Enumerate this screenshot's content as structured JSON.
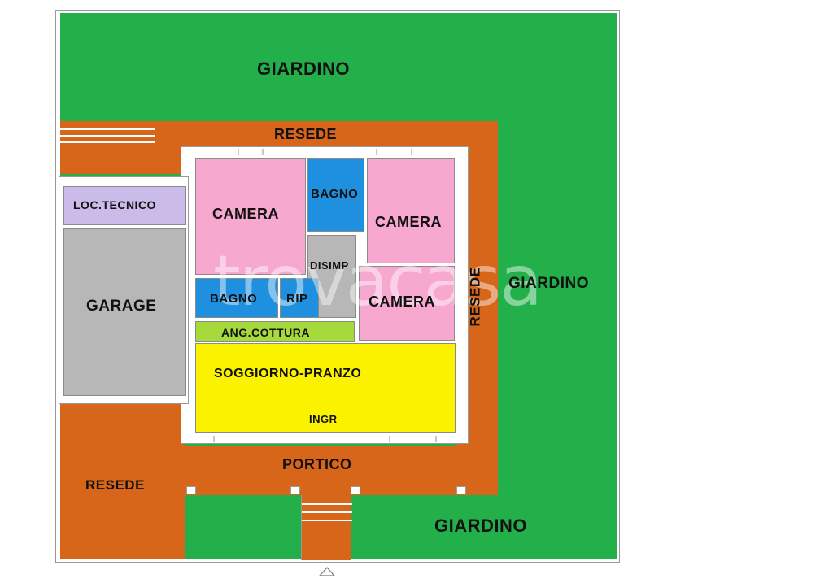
{
  "colors": {
    "garden": "#23b04a",
    "resede": "#d7651a",
    "camera": "#f7a8cf",
    "bagno": "#1f90df",
    "service": "#b7b7b7",
    "kitchen": "#a6d93b",
    "living": "#fbf200",
    "technical": "#cbbbe9",
    "wall": "#ffffff"
  },
  "labels": {
    "garden_top": "GIARDINO",
    "garden_right": "GIARDINO",
    "garden_bottom": "GIARDINO",
    "resede_top": "RESEDE",
    "resede_right": "RESEDE",
    "resede_left": "RESEDE",
    "portico": "PORTICO",
    "loc_tecnico": "LOC.TECNICO",
    "garage": "GARAGE",
    "camera_1": "CAMERA",
    "bagno_1": "BAGNO",
    "camera_2": "CAMERA",
    "disimp": "DISIMP",
    "bagno_2": "BAGNO",
    "rip": "RIP",
    "camera_3": "CAMERA",
    "ang_cottura": "ANG.COTTURA",
    "soggiorno": "SOGGIORNO-PRANZO",
    "ingresso": "INGR"
  },
  "watermark": "trovacasa"
}
